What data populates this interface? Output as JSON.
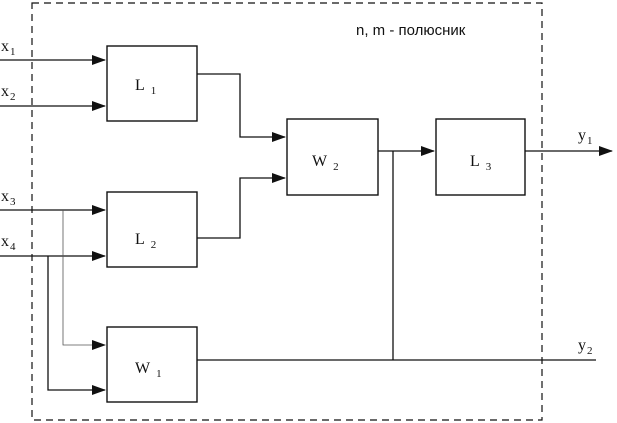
{
  "diagram": {
    "title": "n, m - полюсник",
    "inputs": [
      {
        "id": "x1",
        "base": "x",
        "sub": "1"
      },
      {
        "id": "x2",
        "base": "x",
        "sub": "2"
      },
      {
        "id": "x3",
        "base": "x",
        "sub": "3"
      },
      {
        "id": "x4",
        "base": "x",
        "sub": "4"
      }
    ],
    "outputs": [
      {
        "id": "y1",
        "base": "y",
        "sub": "1"
      },
      {
        "id": "y2",
        "base": "y",
        "sub": "2"
      }
    ],
    "blocks": [
      {
        "id": "L1",
        "base": "L",
        "sub": "1"
      },
      {
        "id": "L2",
        "base": "L",
        "sub": "2"
      },
      {
        "id": "W1",
        "base": "W",
        "sub": "1"
      },
      {
        "id": "W2",
        "base": "W",
        "sub": "2"
      },
      {
        "id": "L3",
        "base": "L",
        "sub": "3"
      }
    ]
  }
}
